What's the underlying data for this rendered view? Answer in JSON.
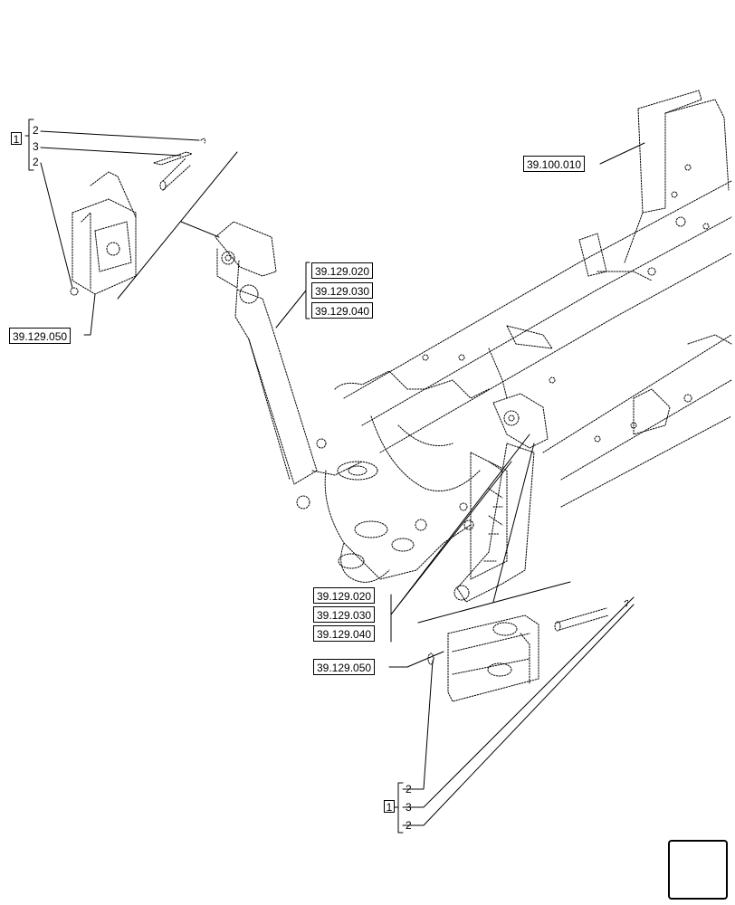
{
  "top_left_group": {
    "item": "1",
    "labels": [
      "2",
      "3",
      "2"
    ]
  },
  "bottom_group": {
    "item": "1",
    "labels": [
      "2",
      "3",
      "2"
    ]
  },
  "refs": {
    "r_100_010": "39.100.010",
    "top_020": "39.129.020",
    "top_030": "39.129.030",
    "top_040": "39.129.040",
    "left_050": "39.129.050",
    "mid_020": "39.129.020",
    "mid_030": "39.129.030",
    "mid_040": "39.129.040",
    "mid_050": "39.129.050"
  },
  "icons": {
    "navigation": "next-page-arrow-icon"
  }
}
